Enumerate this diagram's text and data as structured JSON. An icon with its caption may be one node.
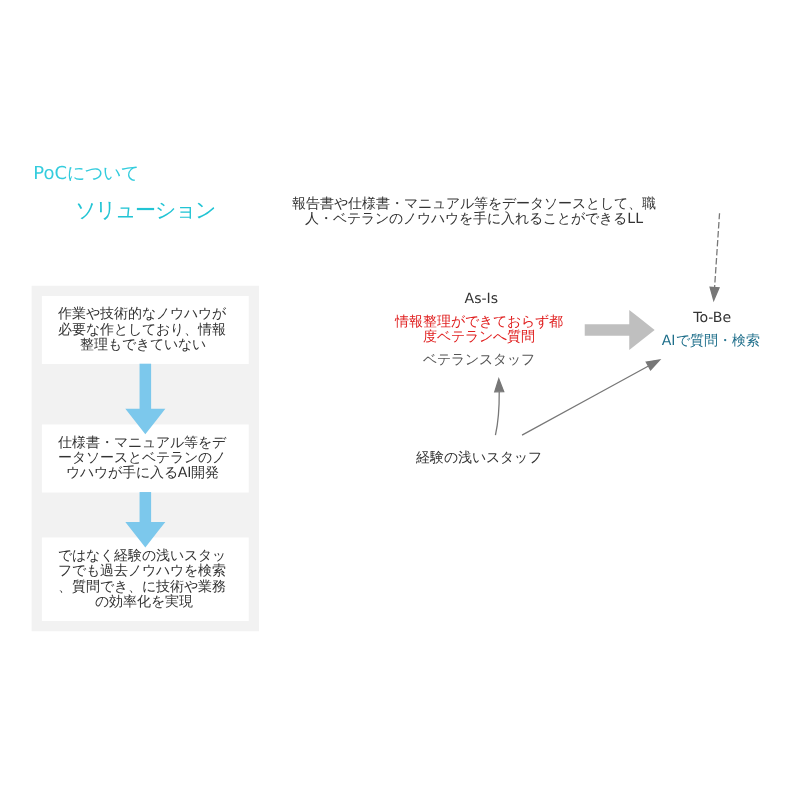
{
  "diagram": {
    "title": "PoCについて",
    "nodes": [
      {
        "text": [],
        "shape": "box"
      },
      {
        "text": [
          "作業や技術的なノウハウが必要な作としており、情報整理もできていない"
        ],
        "in": 0
      },
      {
        "text": [
          "仕様書・マニュアル等をデータソースとベテランのノウハウが手に入るAI開発"
        ],
        "in": 0
      },
      {
        "text": [
          "ではなく経験の浅いスタッフでも過去ノウハウを検索、質問でき、に技術や業務の効率化を実現"
        ],
        "in": 0
      },
      {
        "text": [
          "As-Is",
          "情報整理ができておらず都度ベテランへ質問",
          "ベテランスタッフ"
        ]
      },
      {
        "text": [
          "To-Be",
          "AIで質問・検索"
        ]
      },
      {
        "text": [
          "経験の浅いスタッフ"
        ]
      }
    ],
    "edges": [
      {
        "from": 1,
        "to": 2,
        "arrow": "to",
        "color": "#7cc8ec",
        "style": "thick"
      },
      {
        "from": 2,
        "to": 3,
        "arrow": "to",
        "color": "#7cc8ec",
        "style": "thick"
      },
      {
        "from": 4,
        "to": 5,
        "arrow": "to",
        "color": "#bfbfbf",
        "style": "thick"
      },
      {
        "from": 6,
        "to": 4,
        "arrow": "to"
      },
      {
        "from": 6,
        "to": 5,
        "arrow": "to"
      },
      {
        "from": null,
        "to": 5,
        "arrow": "to",
        "style": "dashed"
      }
    ],
    "labels": [
      "ソリューション",
      "報告書や仕様書・マニュアル等をデータソースとして、職人・ベテランのノウハウを手に入れることができるLL"
    ]
  }
}
